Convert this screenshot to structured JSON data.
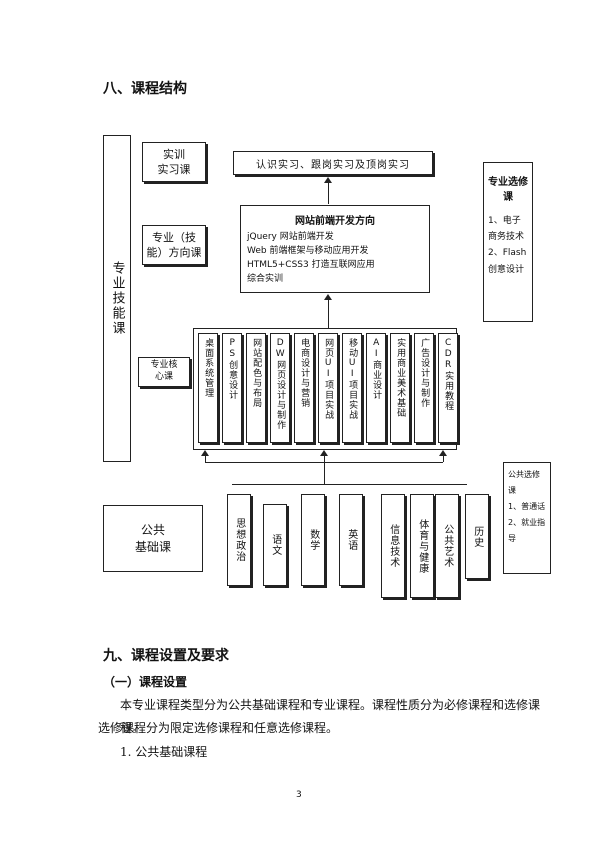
{
  "section8": {
    "title": "八、课程结构"
  },
  "diagram": {
    "left_vertical": "专业技能课",
    "training_box": "实训\n实习课",
    "internship_box": "认识实习、跟岗实习及顶岗实习",
    "direction_box": "专业（技\n能）方向课",
    "direction_detail": {
      "title": "网站前端开发方向",
      "lines": [
        "jQuery 网站前端开发",
        "Web 前端框架与移动应用开发",
        "HTML5+CSS3 打造互联网应用",
        "综合实训"
      ]
    },
    "core_box": "专业核\n心课",
    "core_courses": [
      "桌面系统管理",
      "PS创意设计",
      "网站配色与布局",
      "DW网页设计与制作",
      "电商设计与营销",
      "网页UI项目实战",
      "移动UI项目实战",
      "AI商业设计",
      "实用商业美术基础",
      "广告设计与制作",
      "CDR实用教程"
    ],
    "elective_title": "专业选修课",
    "elective_items": "1、电子商务技术\n2、Flash创意设计",
    "public_box": "公共\n基础课",
    "public_courses": [
      "思想政治",
      "语文",
      "数学",
      "英语",
      "信息技术",
      "体育与健康",
      "公共艺术",
      "历史"
    ],
    "public_elective": "公共选修课\n1、普通话\n2、就业指导"
  },
  "section9": {
    "title": "九、课程设置及要求",
    "sub1": "（一）课程设置",
    "para1": "本专业课程类型分为公共基础课程和专业课程。课程性质分为必修课程和选修课程。",
    "para2": "选修课程分为限定选修课程和任意选修课程。",
    "item1": "1. 公共基础课程"
  },
  "page_number": "3"
}
